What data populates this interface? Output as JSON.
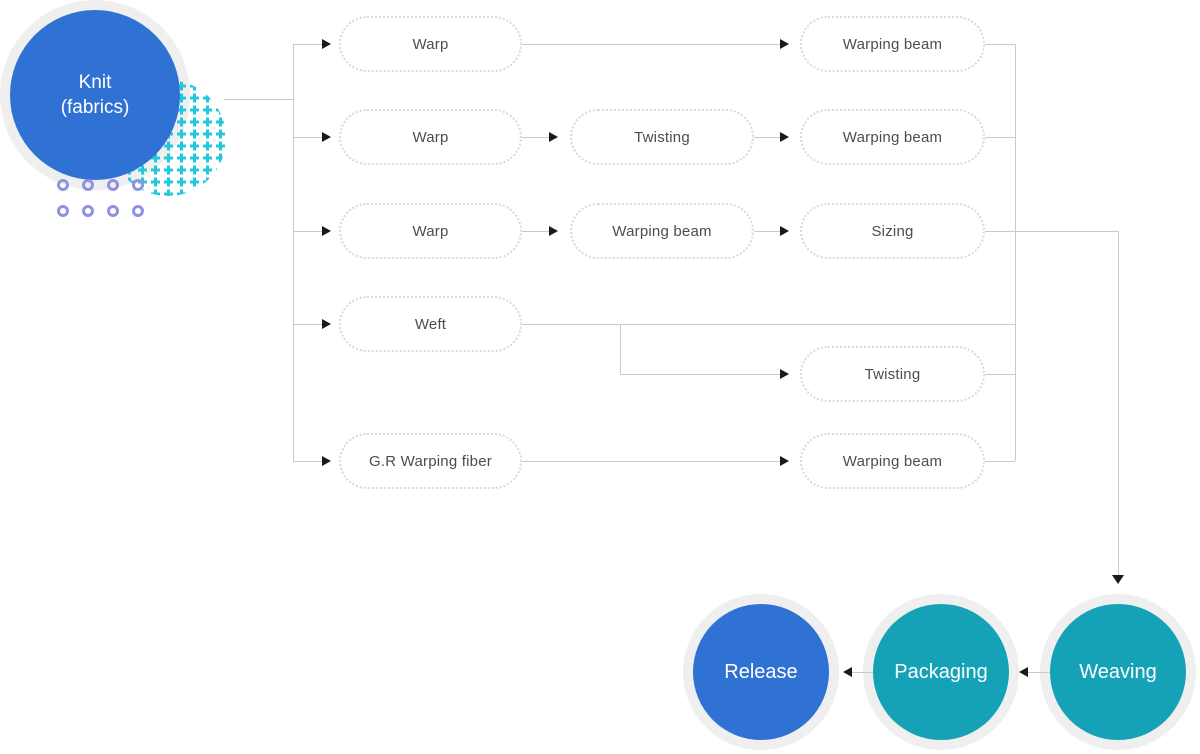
{
  "nodes": {
    "knit": {
      "line1": "Knit",
      "line2": "(fabrics)"
    },
    "r1_warp": "Warp",
    "r1_warping_beam": "Warping beam",
    "r2_warp": "Warp",
    "r2_twisting": "Twisting",
    "r2_warping_beam": "Warping beam",
    "r3_warp": "Warp",
    "r3_warping_beam": "Warping beam",
    "r3_sizing": "Sizing",
    "r4_weft": "Weft",
    "r5_twisting": "Twisting",
    "r6_gr_warping_fiber": "G.R Warping fiber",
    "r6_warping_beam": "Warping beam",
    "weaving": "Weaving",
    "packaging": "Packaging",
    "release": "Release"
  },
  "colors": {
    "primary_blue": "#2f72d4",
    "teal": "#15a2b7",
    "halo": "#efefef",
    "line": "#c9c9c9",
    "box_border": "#d9d9d9",
    "box_text": "#4d4d4d",
    "arrow": "#1a1a1a",
    "cyan_dots": "#21c8dd",
    "purple_ring": "#8e92e3"
  }
}
